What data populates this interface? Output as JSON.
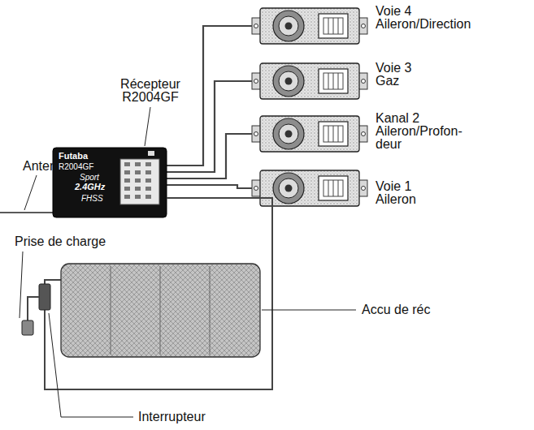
{
  "diagram": {
    "labels": [
      "Voie 4 Aileron/Direction",
      "Voie 3 Gaz",
      "Récepteur R2004GF",
      "Kanal 2 Aileron/Profon- deur",
      "Antenne",
      "Futaba",
      "R2004GF",
      "Sport",
      "2.4GHz",
      "FHSS",
      "Voie 1 Aileron",
      "Prise de charge",
      "Accu de réc",
      "Interrupteur"
    ]
  }
}
